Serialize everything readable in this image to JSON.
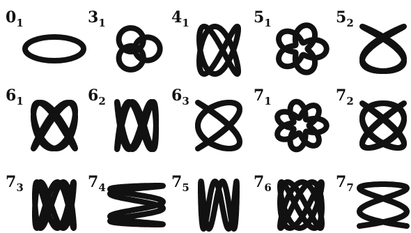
{
  "knots": [
    {
      "id": "unknot",
      "number": "0",
      "index": "1",
      "crossings": 0
    },
    {
      "id": "trefoil",
      "number": "3",
      "index": "1",
      "crossings": 3
    },
    {
      "id": "figure-eight",
      "number": "4",
      "index": "1",
      "crossings": 4
    },
    {
      "id": "cinquefoil",
      "number": "5",
      "index": "1",
      "crossings": 5
    },
    {
      "id": "three-twist",
      "number": "5",
      "index": "2",
      "crossings": 5
    },
    {
      "id": "stevedore",
      "number": "6",
      "index": "1",
      "crossings": 6
    },
    {
      "id": "knot-6-2",
      "number": "6",
      "index": "2",
      "crossings": 6
    },
    {
      "id": "knot-6-3",
      "number": "6",
      "index": "3",
      "crossings": 6
    },
    {
      "id": "septafoil",
      "number": "7",
      "index": "1",
      "crossings": 7
    },
    {
      "id": "knot-7-2",
      "number": "7",
      "index": "2",
      "crossings": 7
    },
    {
      "id": "knot-7-3",
      "number": "7",
      "index": "3",
      "crossings": 7
    },
    {
      "id": "knot-7-4",
      "number": "7",
      "index": "4",
      "crossings": 7
    },
    {
      "id": "knot-7-5",
      "number": "7",
      "index": "5",
      "crossings": 7
    },
    {
      "id": "knot-7-6",
      "number": "7",
      "index": "6",
      "crossings": 7
    },
    {
      "id": "knot-7-7",
      "number": "7",
      "index": "7",
      "crossings": 7
    }
  ],
  "colors": {
    "ink": "#111111",
    "paper": "#ffffff"
  }
}
